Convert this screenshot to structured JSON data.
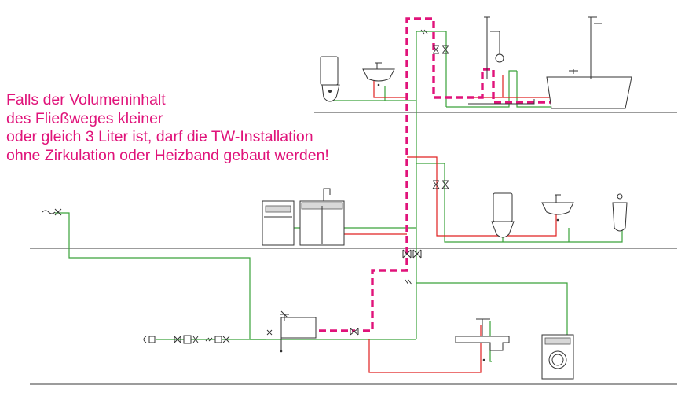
{
  "annotation": {
    "lines": [
      "Falls der Volumeninhalt",
      "des Fließweges kleiner",
      "oder gleich 3 Liter ist, darf die TW-Installation",
      "ohne Zirkulation oder Heizband gebaut werden!"
    ],
    "color": "#e0137a"
  },
  "colors": {
    "cold_water": "#3aa23a",
    "hot_water": "#e02020",
    "flow_path": "#e0137a",
    "fixture_outline": "#333333",
    "floor": "#3a3a3a"
  },
  "legend_icons": [
    "water-meter-icon",
    "valve-icon",
    "filter-icon",
    "backflow-preventer-icon",
    "pressure-reducer-icon",
    "water-heater-icon",
    "wc-icon",
    "washbasin-icon",
    "shower-icon",
    "bathtub-icon",
    "dishwasher-icon",
    "kitchen-sink-icon",
    "urinal-icon",
    "utility-sink-icon",
    "washing-machine-icon"
  ]
}
